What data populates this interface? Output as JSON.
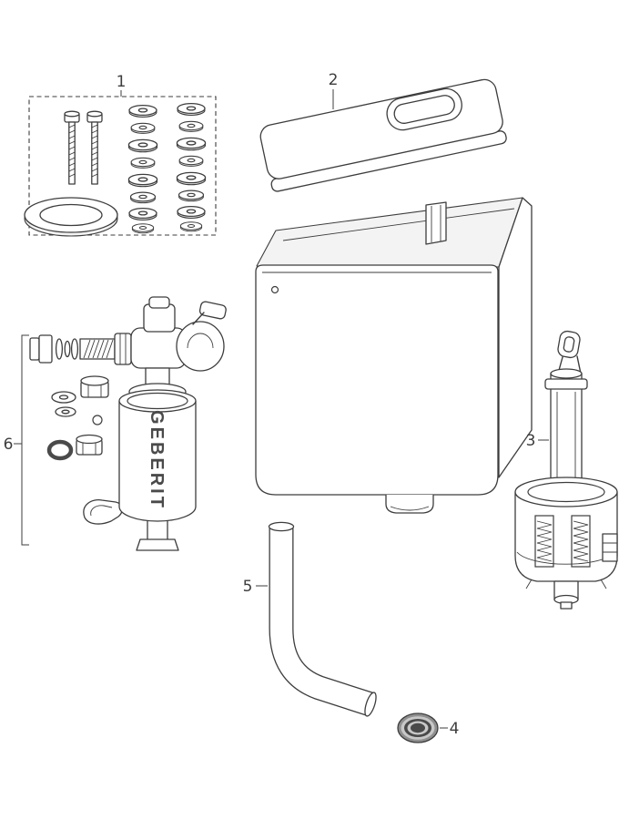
{
  "colors": {
    "bg": "#ffffff",
    "line": "#3d3d3d",
    "shade": "#f3f3f3",
    "mid": "#c8c8c8",
    "gray": "#8f8f8f",
    "dark": "#4a4a4a"
  },
  "diagram": {
    "brand_text": "GEBERIT",
    "parts": [
      {
        "label": "1"
      },
      {
        "label": "2"
      },
      {
        "label": "3"
      },
      {
        "label": "4"
      },
      {
        "label": "5"
      },
      {
        "label": "6"
      }
    ]
  }
}
